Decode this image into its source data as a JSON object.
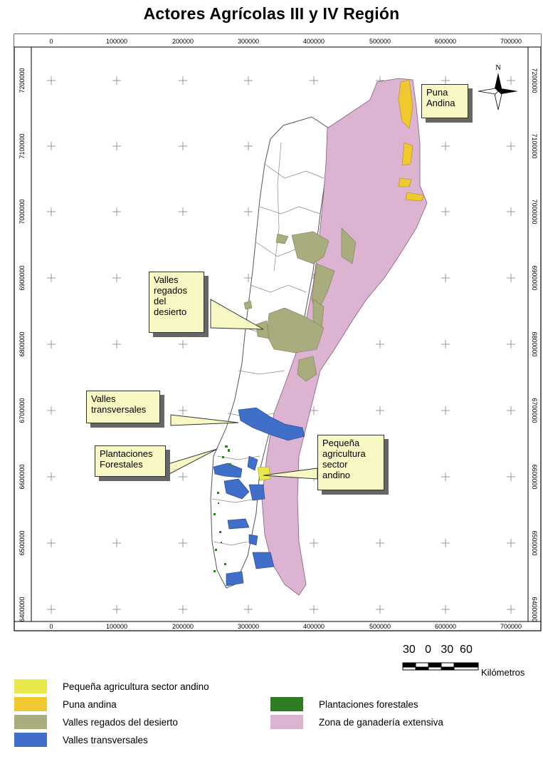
{
  "title": "Actores Agrícolas III y IV Región",
  "x_ticks": [
    "0",
    "100000",
    "200000",
    "300000",
    "400000",
    "500000",
    "600000",
    "700000"
  ],
  "y_ticks": [
    "7200000",
    "7100000",
    "7000000",
    "6900000",
    "6800000",
    "6700000",
    "6600000",
    "6500000",
    "6400000"
  ],
  "north_label": "N",
  "callouts": {
    "puna": [
      "Puna",
      "Andina"
    ],
    "valles_regados": [
      "Valles",
      "regados",
      "del",
      "desierto"
    ],
    "valles_transversales": [
      "Valles",
      "transversales"
    ],
    "plantaciones": [
      "Plantaciones",
      "Forestales"
    ],
    "pequena": [
      "Pequeña",
      "agricultura",
      "sector",
      "andino"
    ]
  },
  "scale": {
    "numbers": "30   0   30  60",
    "unit": "Kilómetros"
  },
  "legend": [
    {
      "label": "Pequeña agricultura sector andino",
      "color": "#e8e84a"
    },
    {
      "label": "Puna andina",
      "color": "#f0c830"
    },
    {
      "label": "Valles regados del desierto",
      "color": "#a9ad7e"
    },
    {
      "label": "Valles transversales",
      "color": "#3f6fc8"
    },
    {
      "label": "Plantaciones forestales",
      "color": "#2e7d22"
    },
    {
      "label": "Zona de ganadería extensiva",
      "color": "#dcb4d2"
    }
  ]
}
